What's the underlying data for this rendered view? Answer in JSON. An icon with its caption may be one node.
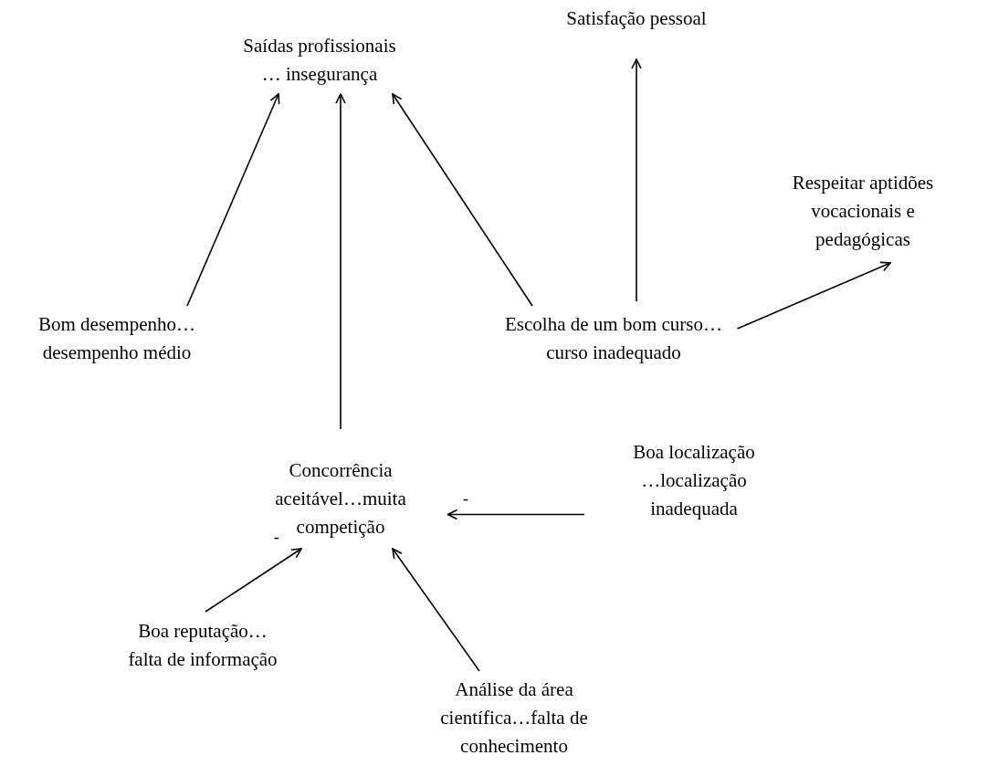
{
  "diagram": {
    "nodes": [
      {
        "text": [
          "Satisfação pessoal"
        ]
      },
      {
        "text": [
          "Saídas profissionais … insegurança"
        ]
      },
      {
        "text": [
          "Respeitar aptidões vocacionais e pedagógicas"
        ]
      },
      {
        "text": [
          "Bom desempenho… desempenho médio"
        ]
      },
      {
        "text": [
          "Escolha de um bom curso… curso inadequado"
        ]
      },
      {
        "text": [
          "Concorrência aceitável…muita competição"
        ]
      },
      {
        "text": [
          "Boa localização …localização inadequada"
        ]
      },
      {
        "text": [
          "Boa reputação… falta de informação"
        ]
      },
      {
        "text": [
          "Análise da área científica…falta de conhecimento"
        ]
      }
    ],
    "edges": [
      {
        "from": 3,
        "to": 1,
        "arrow": "to"
      },
      {
        "from": 5,
        "to": 1,
        "arrow": "to"
      },
      {
        "from": 4,
        "to": 1,
        "arrow": "to"
      },
      {
        "from": 4,
        "to": 0,
        "arrow": "to"
      },
      {
        "from": 4,
        "to": 2,
        "arrow": "to"
      },
      {
        "from": 6,
        "to": 5,
        "arrow": "to",
        "label": "-"
      },
      {
        "from": 7,
        "to": 5,
        "arrow": "to",
        "label": "-"
      },
      {
        "from": 8,
        "to": 5,
        "arrow": "to"
      }
    ]
  }
}
